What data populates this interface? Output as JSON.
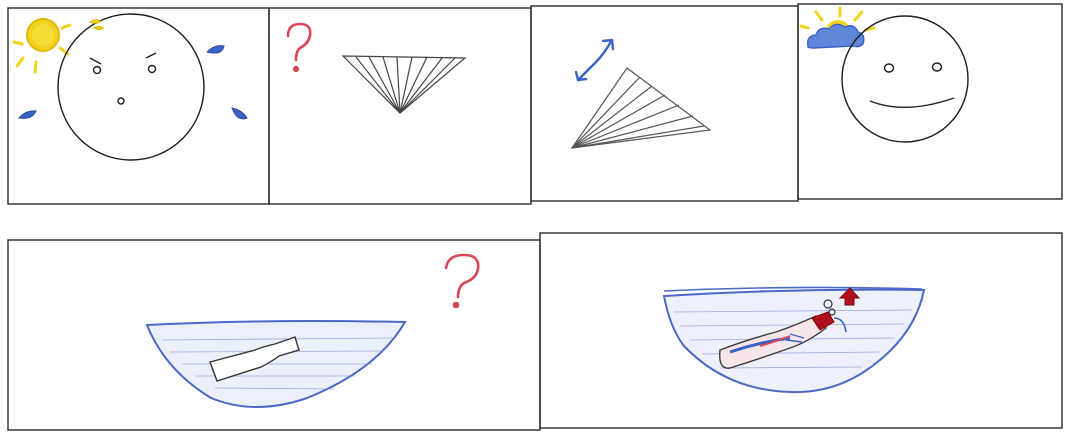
{
  "colors": {
    "paper": "#ffffff",
    "frame": "#2a2a2a",
    "pencil": "#1e1e1e",
    "yellow": "#f1d21c",
    "blue_pencil": "#3b63c6",
    "red_pencil": "#d8485a",
    "dark_red": "#b0101c",
    "water": "#7f8fd8"
  },
  "panels": [
    {
      "id": "hot-face",
      "icons": [
        "sun-icon",
        "worried-face-icon",
        "sweat-drop-icon"
      ]
    },
    {
      "id": "fan-question",
      "icons": [
        "question-mark-icon",
        "folded-fan-icon"
      ]
    },
    {
      "id": "fan-waving",
      "icons": [
        "rotate-arrow-icon",
        "folded-fan-icon"
      ]
    },
    {
      "id": "happy-face",
      "icons": [
        "sun-behind-cloud-icon",
        "smiling-face-icon"
      ]
    },
    {
      "id": "bowl-question",
      "icons": [
        "water-bowl-icon",
        "bottle-icon",
        "question-mark-icon"
      ]
    },
    {
      "id": "bowl-bubbles",
      "icons": [
        "water-bowl-icon",
        "bottle-icon",
        "bubbles-icon",
        "up-arrow-icon"
      ]
    }
  ]
}
